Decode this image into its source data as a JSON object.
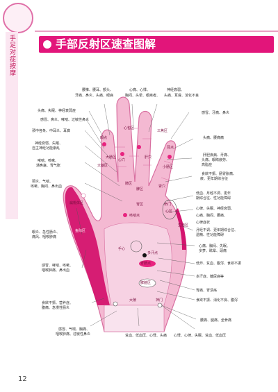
{
  "header": {
    "side_label": "手足对症按摩",
    "title": "手部反射区速查图解",
    "page_number": "12"
  },
  "colors": {
    "accent": "#e2157a",
    "hand_fill": "#f4b9d2",
    "hand_stroke": "#d86fa0",
    "zone_dark": "#d4146e",
    "point": "#e8237f"
  },
  "labels": {
    "top1": "腰椎、腰耳、额头、",
    "top1b": "牙痛、鼻炎、头痛、眼病",
    "top2": "心痛、心悸、",
    "top2b": "胸闷、头晕、眼疾者、",
    "top3": "神经衰弱、",
    "top3b": "头痛、耳聋、消化不良",
    "l_head1": "头痛、失眠、神经衰弱症",
    "l_head2": "感冒、鼻炎、哮喘、过敏性鼻炎",
    "l_head3": "颈中各条、中耳炎、耳聋",
    "l_head4a": "神经衰弱、失眠、",
    "l_head4b": "自主神经功能紊乱",
    "l_head5a": "哮喘、咳嗽、",
    "l_head5b": "通鼻塞、胃气胀",
    "l_head6a": "颈炎、气喘、",
    "l_head6b": "咳嗽、胸闷、鼻出血",
    "l_mid1a": "眼炎、急性肠炎、",
    "l_mid1b": "痛风、咽喉肿痛",
    "l_mid2a": "感冒、哮喘、咳嗽、",
    "l_mid2b": "咽喉肿痛、鼻出血",
    "l_low1a": "食欲不振、营养症、",
    "l_low1b": "腹痛、急慢性肠炎",
    "l_low2a": "感冒、气喘、胸痛、",
    "l_low2b": "咽喉肿痛、过敏性鼻炎",
    "r_1": "感冒、牙痛、鼻炎",
    "r_2": "头痛、腰痛痛",
    "r_3a": "肝胆疾病、牙痛、",
    "r_3b": "头痛、眼睛疲劳、",
    "r_3c": "高脂症",
    "r_4a": "食欲不振、肠胃胀痛、",
    "r_4b": "疲、更年期综合征",
    "r_5a": "低血、月经不调、更年",
    "r_5b": "期综合征、性功能障碍",
    "r_6a": "心律、失眠、神经衰弱、",
    "r_6b": "心痛、胸闷、腰痛、",
    "r_6c": "心律症状",
    "r_7a": "月经不调、更年期综合征、",
    "r_7b": "遗精、性功能障碍",
    "r_8a": "心痛、胸闷、失眠、",
    "r_8b": "多梦、眩晕、頭痛",
    "r_9": "低炸、贫血、腹泻、食欲不振",
    "r_10": "多汗症、糖尿病等",
    "r_11": "胃痛、胃溃疡",
    "r_12": "食欲不振、消化不良、腹泻",
    "r_13": "腰痛、腿痛、坐骨痛",
    "b_1": "贫血、低血压、心悸、头痛",
    "b_2": "心悸、心律、失眠、贫血、低血压"
  },
  "zones": {
    "z_big_brain": "大脑区",
    "z_heart": "心包区",
    "z_sanjiao": "三焦区",
    "z_eye": "眼点",
    "z_ear": "耳点",
    "z_xin": "心穴",
    "z_gan": "肝穴",
    "z_xiaochang": "小肠区",
    "z_dachang": "大肠区",
    "z_shenjing": "肾穴",
    "z_fei": "肺区",
    "z_pi": "脾区",
    "z_wei": "胃区",
    "z_mingmen": "命门",
    "z_xinqu": "心区",
    "z_shengzhi": "生殖区",
    "z_duoxue": "多汗点",
    "z_weichang": "胃肠点",
    "z_pizang": "脾脏区",
    "z_yuji": "鱼际区",
    "z_daling": "大陵",
    "z_shenxi": "神门",
    "z_kuan": "咳喘点",
    "z_shou": "手心",
    "z_erjian": "扁桃体区"
  }
}
